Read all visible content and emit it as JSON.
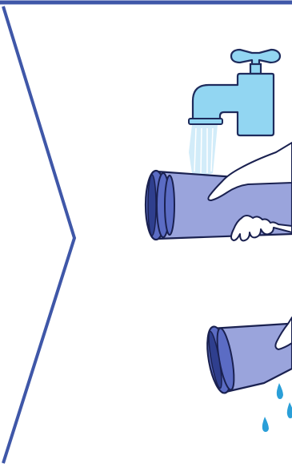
{
  "colors": {
    "frame": "#3f57a8",
    "faucet_fill": "#92d6f2",
    "faucet_stroke": "#1e2b5c",
    "water_stream": "#cdeaf8",
    "filter_body": "#9aa4dc",
    "filter_ring": "#5b6cc4",
    "filter_outline": "#1a2150",
    "hand_fill": "#ffffff",
    "drop": "#2a9fd8"
  },
  "icons": [
    "chevron-arrow-frame",
    "faucet-icon",
    "water-stream-icon",
    "filter-cartridge-icon",
    "hand-icon",
    "water-drop-icon"
  ],
  "steps": [
    {
      "illustration": "rinse-filter-under-faucet"
    },
    {
      "illustration": "drain-water-from-filter"
    }
  ]
}
